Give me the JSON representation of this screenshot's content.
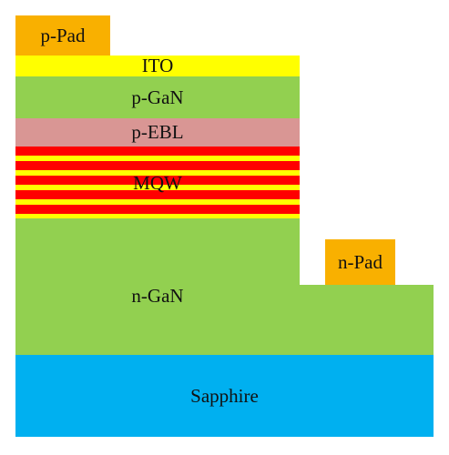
{
  "layers": {
    "p_pad": "p-Pad",
    "ito": "ITO",
    "p_gan": "p-GaN",
    "p_ebl": "p-EBL",
    "mqw": "MQW",
    "n_gan": "n-GaN",
    "n_pad": "n-Pad",
    "sapphire": "Sapphire"
  },
  "colors": {
    "pad": "#F9B000",
    "ito": "#FFFF00",
    "gan": "#92D050",
    "ebl": "#D99694",
    "mqw_red": "#FF0000",
    "mqw_yellow": "#FFFF00",
    "sapphire": "#00B0F0"
  }
}
